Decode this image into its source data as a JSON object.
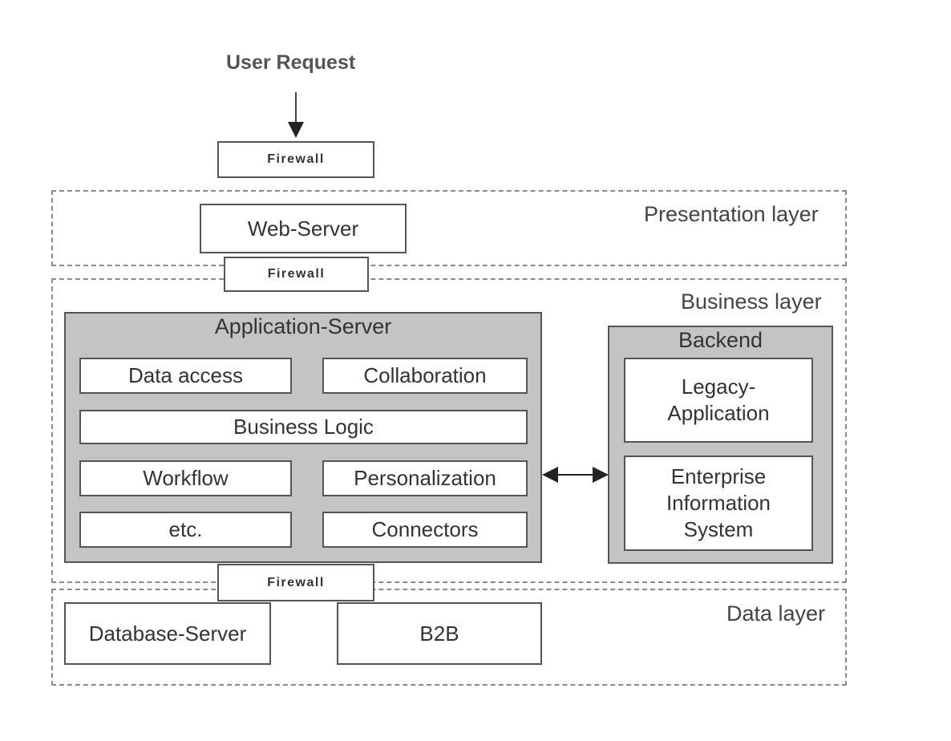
{
  "user_request": "User Request",
  "firewalls": [
    "Firewall",
    "Firewall",
    "Firewall"
  ],
  "layers": {
    "presentation": "Presentation layer",
    "business": "Business layer",
    "data": "Data layer"
  },
  "web_server": "Web-Server",
  "app_server": {
    "title": "Application-Server",
    "modules": {
      "data_access": "Data access",
      "collaboration": "Collaboration",
      "business_logic": "Business Logic",
      "workflow": "Workflow",
      "personalization": "Personalization",
      "etc": "etc.",
      "connectors": "Connectors"
    }
  },
  "backend": {
    "title": "Backend",
    "legacy": "Legacy-\nApplication",
    "eis": "Enterprise\nInformation\nSystem"
  },
  "data_layer": {
    "database_server": "Database-Server",
    "b2b": "B2B"
  }
}
